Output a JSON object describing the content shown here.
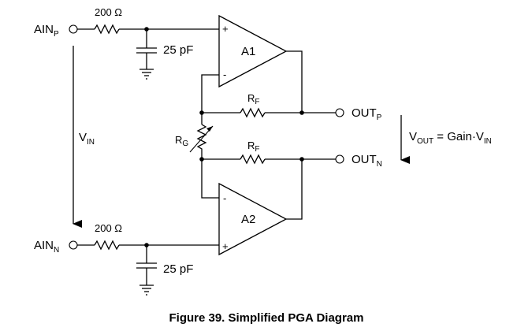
{
  "inputs": {
    "ainp": {
      "main": "AIN",
      "sub": "P"
    },
    "ainn": {
      "main": "AIN",
      "sub": "N"
    }
  },
  "components": {
    "r_top": "200 Ω",
    "r_bottom": "200 Ω",
    "c_top": "25 pF",
    "c_bottom": "25 pF",
    "amp1": "A1",
    "amp2": "A2",
    "rf_top": {
      "main": "R",
      "sub": "F"
    },
    "rf_bottom": {
      "main": "R",
      "sub": "F"
    },
    "rg": {
      "main": "R",
      "sub": "G"
    },
    "plus": "+",
    "minus": "-"
  },
  "outputs": {
    "outp": {
      "main": "OUT",
      "sub": "P"
    },
    "outn": {
      "main": "OUT",
      "sub": "N"
    }
  },
  "vin": {
    "main": "V",
    "sub": "IN"
  },
  "vout_eq": {
    "v": "V",
    "out": "OUT",
    "mid": " = Gain·V",
    "in": "IN"
  },
  "caption": "Figure 39.  Simplified PGA Diagram"
}
